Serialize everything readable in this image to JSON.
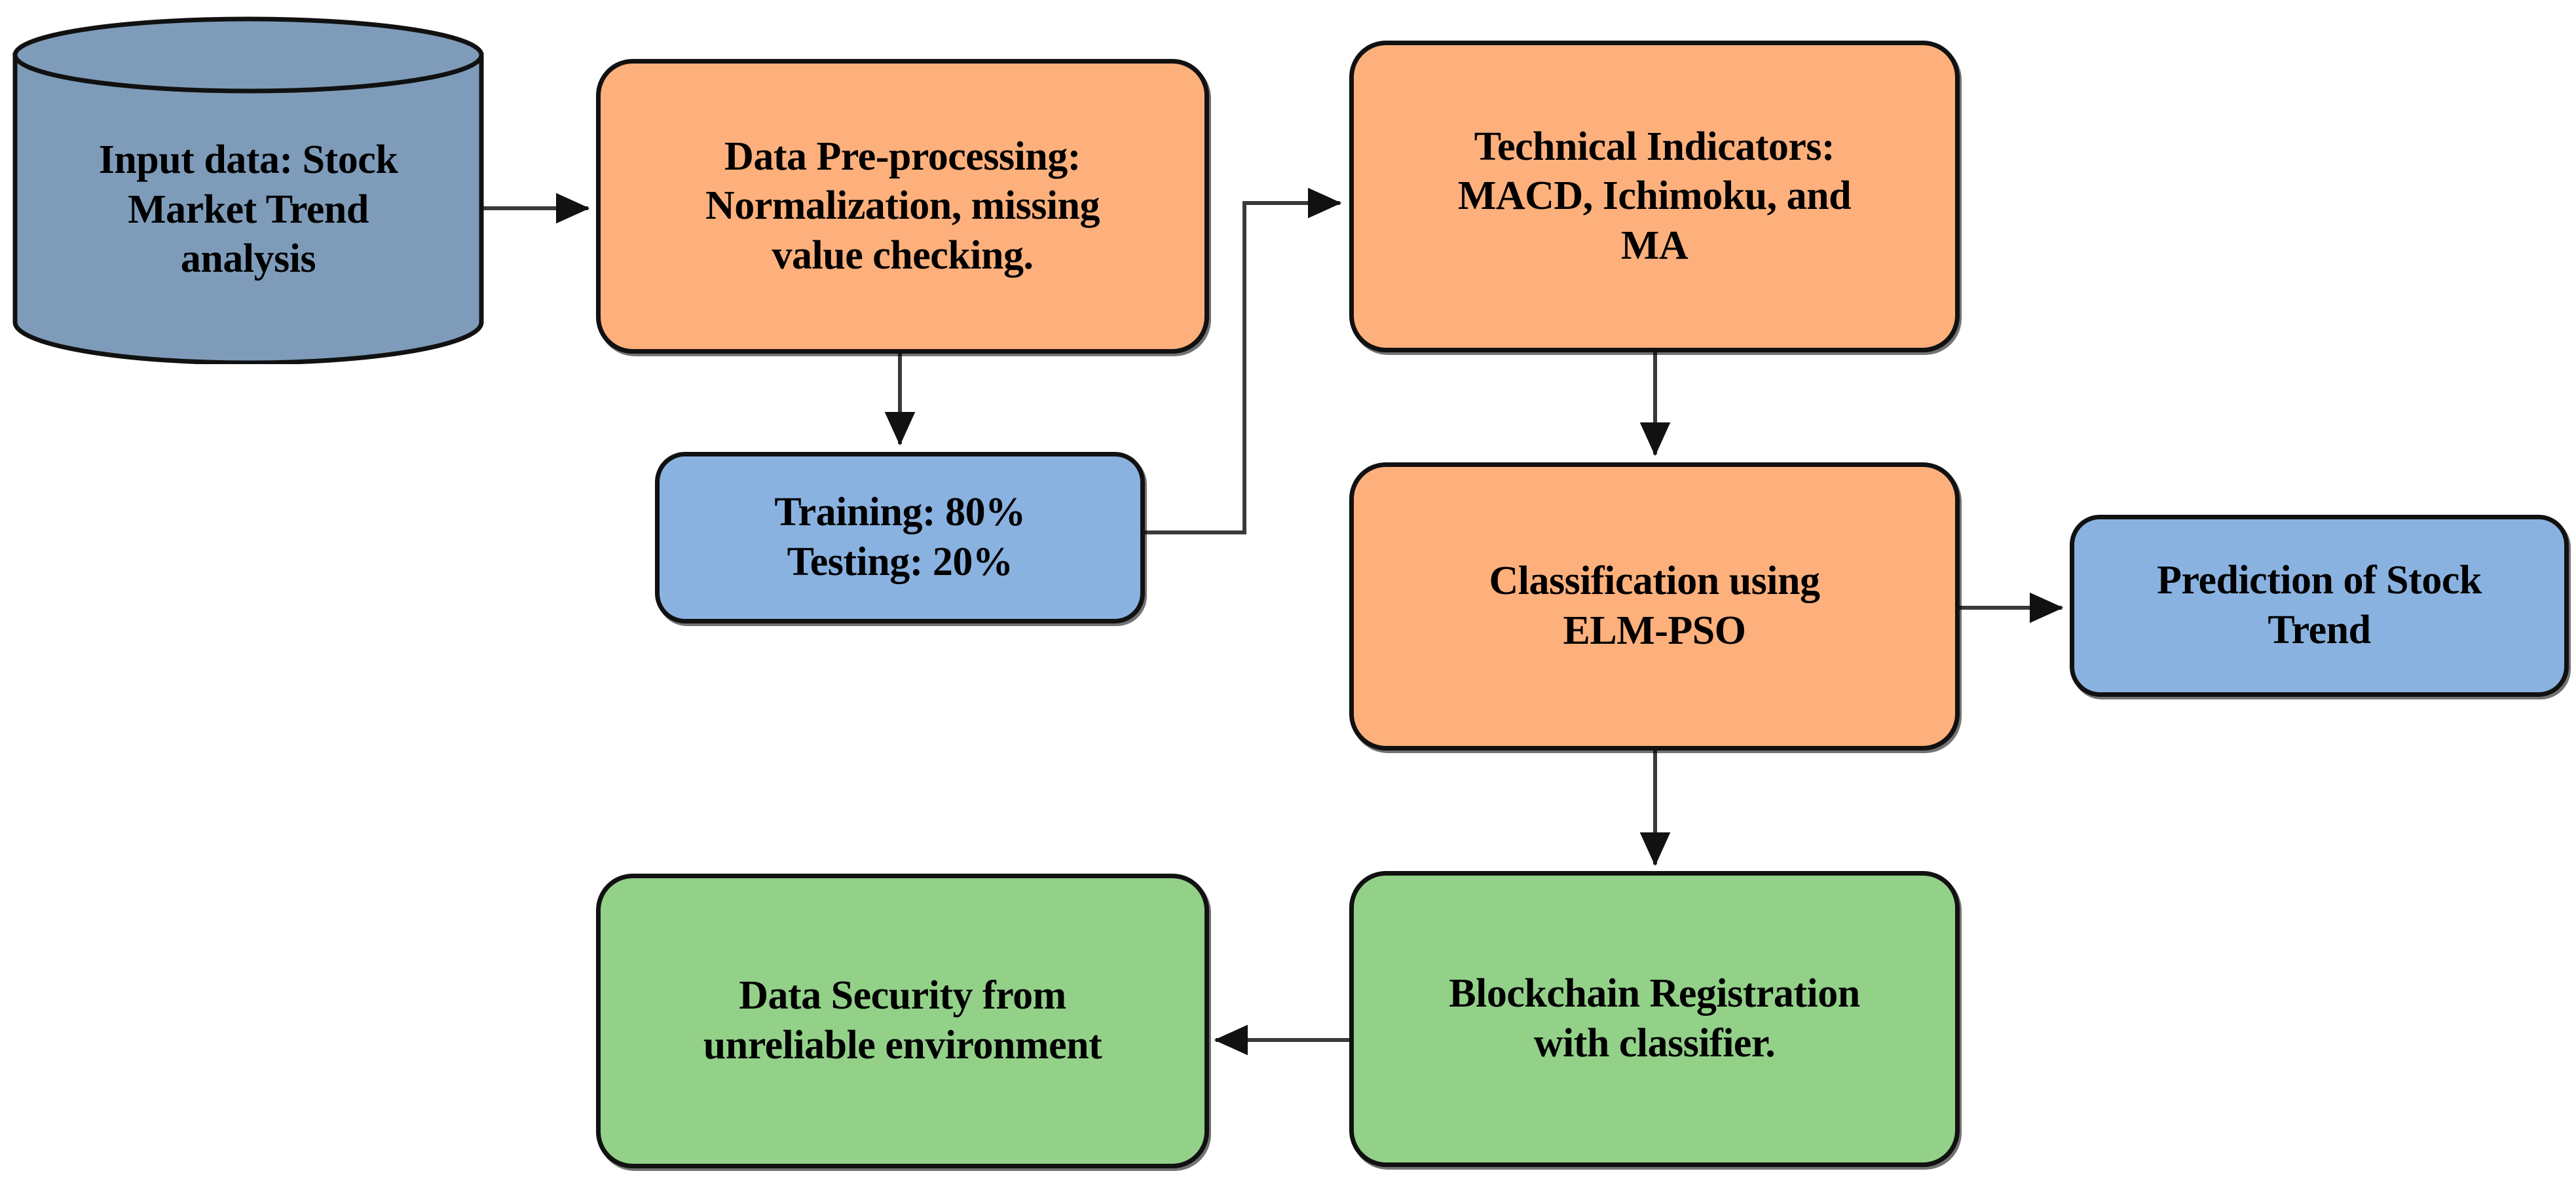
{
  "diagram": {
    "title": "Stock market trend analysis with ELM-PSO and blockchain registration flowchart",
    "background_color": "#ffffff"
  },
  "palette": {
    "cylinder_fill": "#7e9cba",
    "orange_fill": "#fdb07c",
    "blue_fill": "#8ab2e0",
    "green_fill": "#93d189",
    "stroke": "#111111",
    "connector": "#3a3a3a",
    "text": "#000000"
  },
  "nodes": {
    "input_data": {
      "label": "Input data: Stock\nMarket Trend\nanalysis",
      "shape": "cylinder",
      "fill": "#7e9cba"
    },
    "preprocessing": {
      "label": "Data Pre-processing:\nNormalization, missing\nvalue checking.",
      "shape": "rounded-rect",
      "fill": "#fdb07c"
    },
    "technical_indicators": {
      "label": "Technical Indicators:\nMACD, Ichimoku, and\nMA",
      "shape": "rounded-rect",
      "fill": "#fdb07c"
    },
    "split": {
      "label": "Training: 80%\nTesting: 20%",
      "shape": "rounded-rect",
      "fill": "#8ab2e0"
    },
    "classification": {
      "label": "Classification using\nELM-PSO",
      "shape": "rounded-rect",
      "fill": "#fdb07c"
    },
    "prediction": {
      "label": "Prediction of Stock\nTrend",
      "shape": "rounded-rect",
      "fill": "#8ab2e0"
    },
    "blockchain": {
      "label": "Blockchain Registration\nwith classifier.",
      "shape": "rounded-rect",
      "fill": "#93d189"
    },
    "data_security": {
      "label": "Data Security from\nunreliable environment",
      "shape": "rounded-rect",
      "fill": "#93d189"
    }
  },
  "edges": [
    {
      "name": "input-to-preprocessing",
      "from": "input_data",
      "to": "preprocessing",
      "kind": "arrow-right"
    },
    {
      "name": "preprocessing-to-split",
      "from": "preprocessing",
      "to": "split",
      "kind": "arrow-down"
    },
    {
      "name": "split-to-technical-indicators",
      "from": "split",
      "to": "technical_indicators",
      "kind": "elbow-right-up-arrow"
    },
    {
      "name": "technical-indicators-to-classification",
      "from": "technical_indicators",
      "to": "classification",
      "kind": "arrow-down"
    },
    {
      "name": "classification-to-prediction",
      "from": "classification",
      "to": "prediction",
      "kind": "arrow-right"
    },
    {
      "name": "classification-to-blockchain",
      "from": "classification",
      "to": "blockchain",
      "kind": "arrow-down"
    },
    {
      "name": "blockchain-to-data-security",
      "from": "blockchain",
      "to": "data_security",
      "kind": "arrow-left"
    }
  ]
}
